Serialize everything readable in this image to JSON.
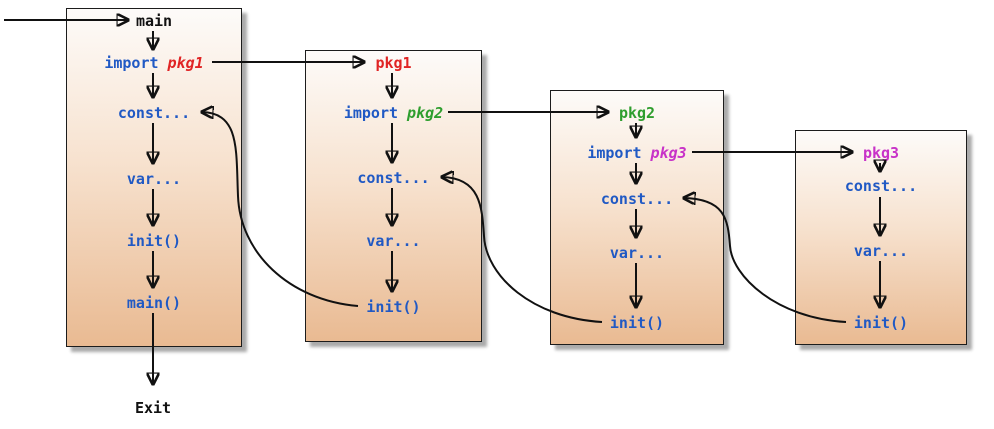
{
  "diagram": {
    "exit_label": "Exit",
    "colors": {
      "keyword_blue": "#2059c4",
      "pkg1_red": "#e02424",
      "pkg2_green": "#2e9e2e",
      "pkg3_magenta": "#c832c8",
      "text_black": "#111111"
    },
    "boxes": {
      "main": {
        "title": "main",
        "import_keyword": "import",
        "import_target": "pkg1",
        "const_label": "const...",
        "var_label": "var...",
        "init_label": "init()",
        "main_label": "main()"
      },
      "pkg1": {
        "title": "pkg1",
        "import_keyword": "import",
        "import_target": "pkg2",
        "const_label": "const...",
        "var_label": "var...",
        "init_label": "init()"
      },
      "pkg2": {
        "title": "pkg2",
        "import_keyword": "import",
        "import_target": "pkg3",
        "const_label": "const...",
        "var_label": "var...",
        "init_label": "init()"
      },
      "pkg3": {
        "title": "pkg3",
        "const_label": "const...",
        "var_label": "var...",
        "init_label": "init()"
      }
    }
  }
}
